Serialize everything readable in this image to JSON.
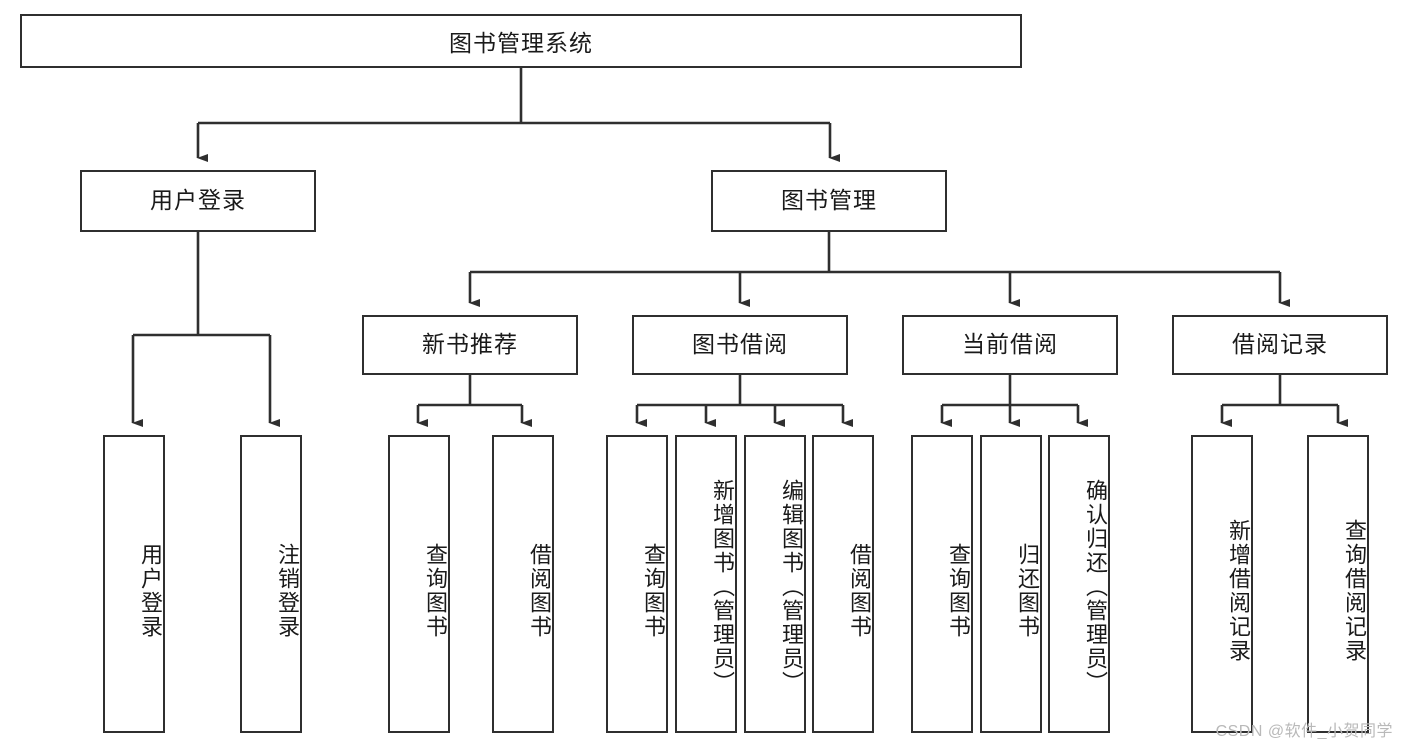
{
  "diagram": {
    "title": "图书管理系统",
    "type": "tree",
    "root": {
      "label": "图书管理系统"
    },
    "level2": [
      {
        "label": "用户登录"
      },
      {
        "label": "图书管理"
      }
    ],
    "level3": [
      {
        "label": "新书推荐"
      },
      {
        "label": "图书借阅"
      },
      {
        "label": "当前借阅"
      },
      {
        "label": "借阅记录"
      }
    ],
    "leaves": {
      "user_login": [
        {
          "label": "用户登录"
        },
        {
          "label": "注销登录"
        }
      ],
      "new_book_recommend": [
        {
          "label": "查询图书"
        },
        {
          "label": "借阅图书"
        }
      ],
      "book_borrow": [
        {
          "label": "查询图书"
        },
        {
          "label": "新增图书（管理员）"
        },
        {
          "label": "编辑图书（管理员）"
        },
        {
          "label": "借阅图书"
        }
      ],
      "current_borrow": [
        {
          "label": "查询图书"
        },
        {
          "label": "归还图书"
        },
        {
          "label": "确认归还（管理员）"
        }
      ],
      "borrow_records": [
        {
          "label": "新增借阅记录"
        },
        {
          "label": "查询借阅记录"
        }
      ]
    }
  },
  "watermark": {
    "text": "CSDN @软件_小贺同学"
  },
  "colors": {
    "box_border": "#2f2f2f",
    "line": "#2f2f2f",
    "text": "#1a1a1a",
    "background": "#ffffff",
    "watermark": "#b9b9b9"
  }
}
